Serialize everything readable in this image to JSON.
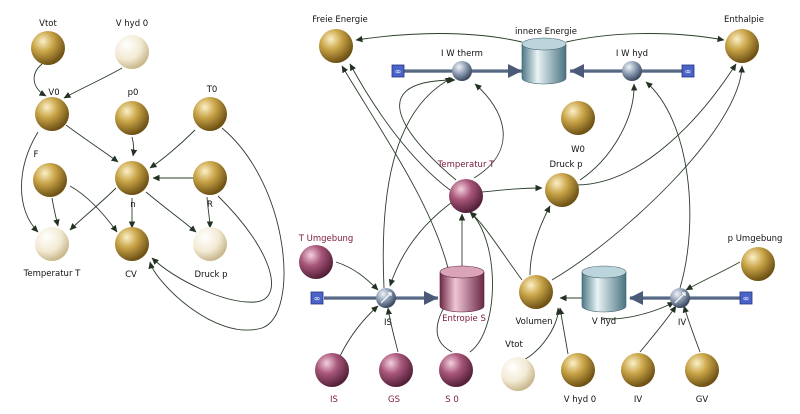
{
  "colors": {
    "gold": "#b8902e",
    "gold_light": "#f6e7b4",
    "cream": "#f3ead4",
    "cream_light": "#ffffff",
    "maroon": "#8a3a5a",
    "maroon_light": "#e9b9cb",
    "label_maroon": "#7a1a3a",
    "steel": "#6f98a6",
    "steel_light": "#e4f1f4",
    "valve": "#7d8fa6",
    "link": "#2b3d2b",
    "flow": "#4a5a78",
    "cloud": "#4a63c8"
  },
  "left_model": {
    "nodes": {
      "vtot": "Vtot",
      "v_hyd_0": "V hyd 0",
      "v0": "V0",
      "p0": "p0",
      "t0": "T0",
      "f": "F",
      "n": "n",
      "r": "R",
      "temperatur_t": "Temperatur T",
      "cv": "CV",
      "druck_p": "Druck p"
    }
  },
  "right_model": {
    "nodes": {
      "freie_energie": "Freie Energie",
      "enthalpie": "Enthalpie",
      "innere_energie": "innere Energie",
      "iw_therm": "I W therm",
      "iw_hyd": "I W hyd",
      "w0": "W0",
      "temperatur_t": "Temperatur T",
      "druck_p": "Druck p",
      "t_umgebung": "T Umgebung",
      "p_umgebung": "p Umgebung",
      "entropie_s": "Entropie S",
      "is_valve": "IS",
      "volumen": "Volumen",
      "v_hyd": "V hyd",
      "iv_valve": "IV",
      "is": "IS",
      "gs": "GS",
      "s0": "S 0",
      "vtot": "Vtot",
      "v_hyd_0": "V hyd 0",
      "iv": "IV",
      "gv": "GV"
    }
  }
}
